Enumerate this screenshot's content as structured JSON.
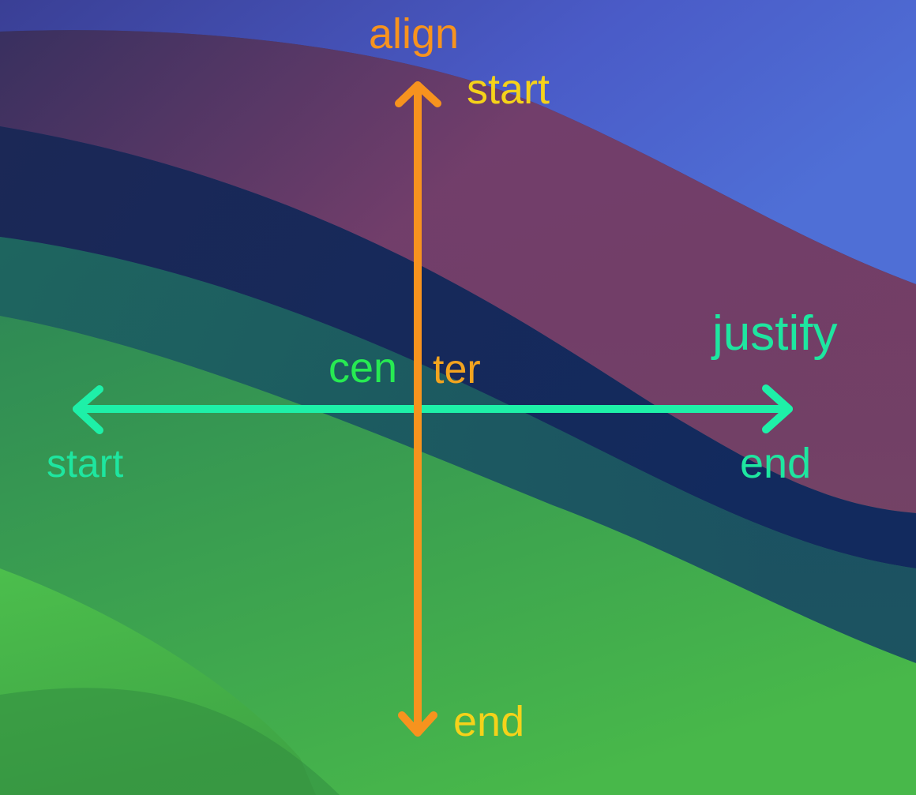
{
  "colors": {
    "align_arrow": "#f7931e",
    "justify_arrow": "#1ef0a8",
    "align_title": "#f7931e",
    "align_values": "#f5d21a",
    "justify_text": "#1ee6a0",
    "center_first_half": "#27ea52",
    "center_second_half": "#f3a41f"
  },
  "align_axis": {
    "title": "align",
    "start_label": "start",
    "end_label": "end"
  },
  "justify_axis": {
    "title": "justify",
    "start_label": "start",
    "end_label": "end"
  },
  "center_label": {
    "part1": "cen",
    "part2": "ter"
  }
}
